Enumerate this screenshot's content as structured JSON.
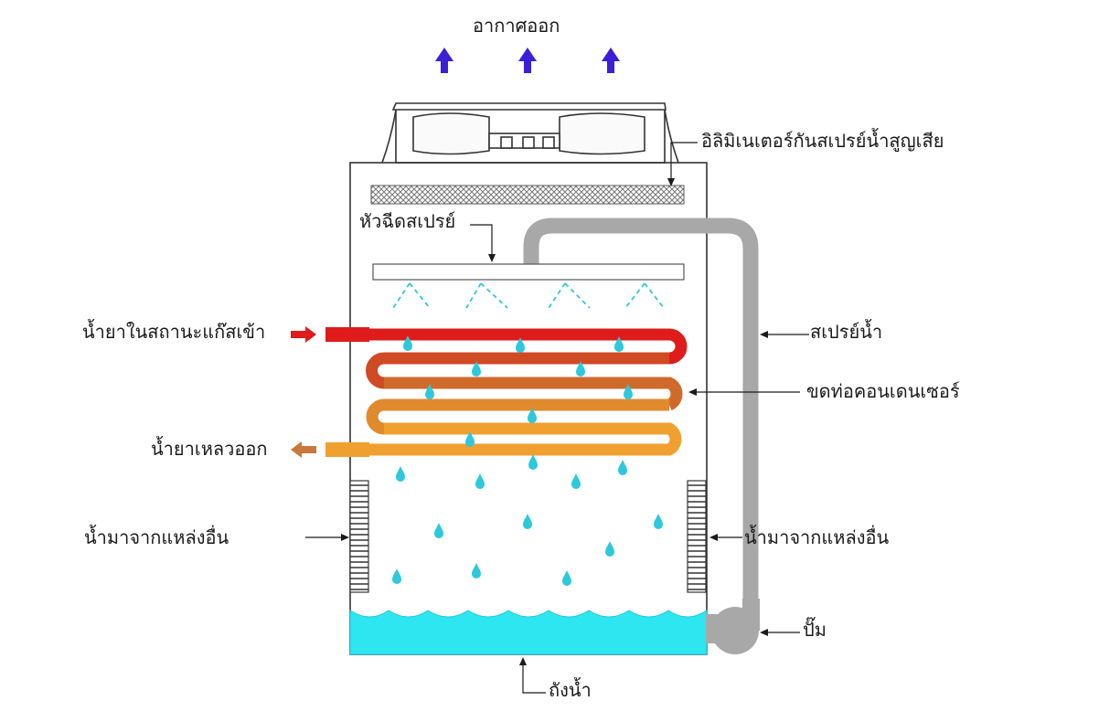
{
  "labels": {
    "air_out": "อากาศออก",
    "eliminator": "อิลิมิเนเตอร์กันสเปรย์น้ำสูญเสีย",
    "spray_nozzle": "หัวฉีดสเปรย์",
    "refrigerant_in": "น้ำยาในสถานะแก๊สเข้า",
    "refrigerant_out": "น้ำยาเหลวออก",
    "water_spray": "สเปรย์น้ำ",
    "condenser_coil": "ขดท่อคอนเดนเซอร์",
    "makeup_water_left": "น้ำมาจากแหล่งอื่น",
    "makeup_water_right": "น้ำมาจากแหล่งอื่น",
    "pump": "ปั๊ม",
    "water_tank": "ถังน้ำ"
  },
  "colors": {
    "air_arrow": "#3a1fd6",
    "water": "#2ee6f0",
    "hot_gas": "#e01b1b",
    "coil_mid": "#d06a2a",
    "liquid": "#f0a030",
    "pipe": "#a8a8a8",
    "outline": "#333333"
  },
  "icons": {
    "air": "arrow-up-icon",
    "in": "arrow-right-icon",
    "out": "arrow-left-icon"
  }
}
